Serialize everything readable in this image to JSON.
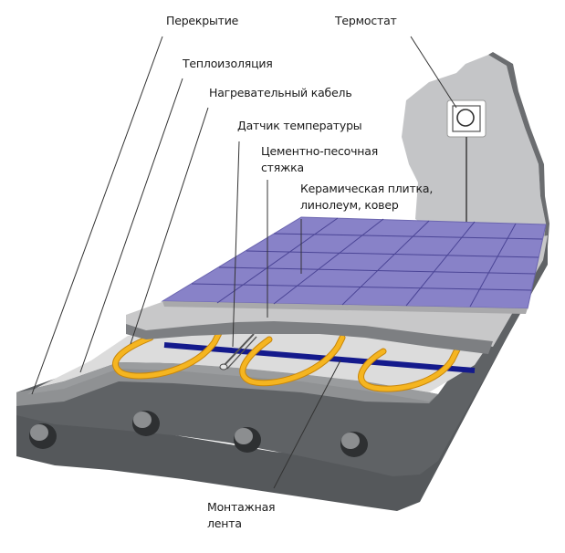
{
  "diagram": {
    "type": "cross-section",
    "subject": "Heated floor layers",
    "colors": {
      "background": "#ffffff",
      "slab_side": "#5b5e61",
      "slab_top": "#8f9193",
      "insulation": "#dcdcdc",
      "screed": "#c8c8c9",
      "tile": "#8882c8",
      "tile_grid": "#4b4596",
      "cable": "#f5b520",
      "cable_outline": "#c8860a",
      "mounting_tape": "#141a8c",
      "wall": "#c4c5c7",
      "leader_line": "#333333",
      "label_text": "#1a1a1a"
    }
  },
  "labels": {
    "slab": "Перекрытие",
    "insulation": "Теплоизоляция",
    "heating_cable": "Нагревательный кабель",
    "temp_sensor": "Датчик температуры",
    "screed_line1": "Цементно-песочная",
    "screed_line2": "стяжка",
    "covering_line1": "Керамическая плитка,",
    "covering_line2": "линолеум, ковер",
    "thermostat": "Термостат",
    "tape_line1": "Монтажная",
    "tape_line2": "лента"
  }
}
